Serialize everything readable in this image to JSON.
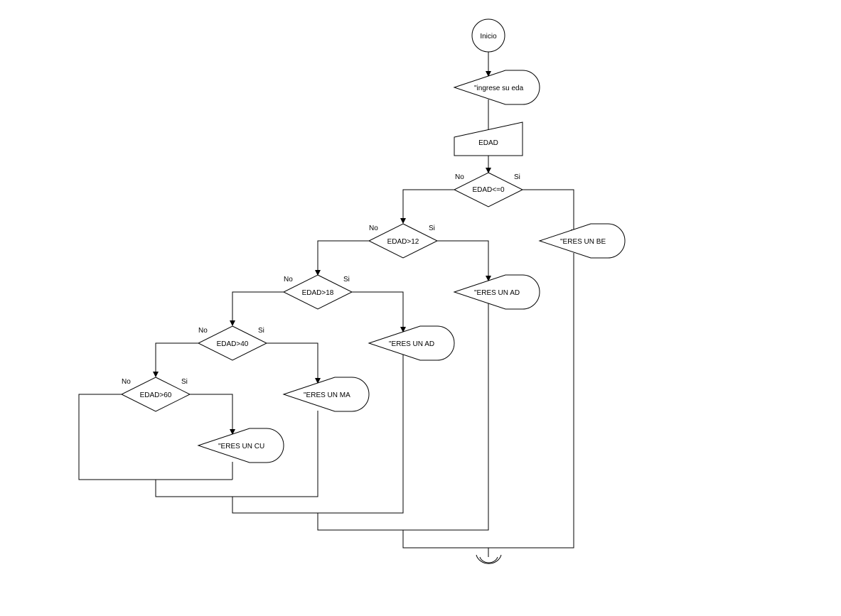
{
  "flowchart": {
    "start_label": "Inicio",
    "prompt_text": "\"ingrese su eda",
    "input_var": "EDAD",
    "decisions": [
      {
        "condition": "EDAD<=0",
        "no": "No",
        "yes": "Si"
      },
      {
        "condition": "EDAD>12",
        "no": "No",
        "yes": "Si"
      },
      {
        "condition": "EDAD>18",
        "no": "No",
        "yes": "Si"
      },
      {
        "condition": "EDAD>40",
        "no": "No",
        "yes": "Si"
      },
      {
        "condition": "EDAD>60",
        "no": "No",
        "yes": "Si"
      }
    ],
    "outputs": [
      "\"ERES UN BE",
      "\"ERES UN AD",
      "\"ERES UN AD",
      "\"ERES UN MA",
      "\"ERES UN CU"
    ]
  }
}
